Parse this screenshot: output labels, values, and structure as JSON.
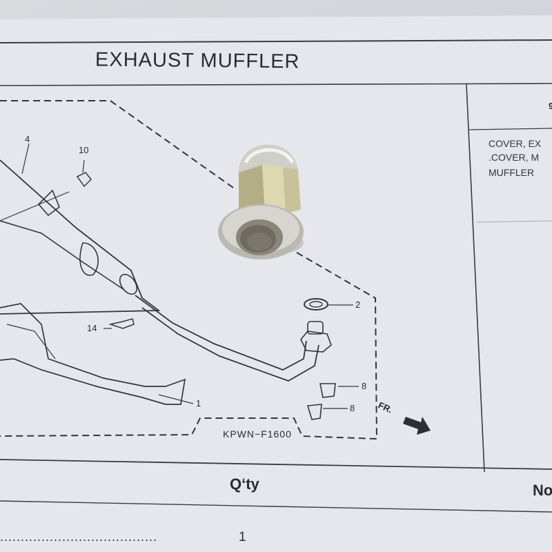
{
  "page": {
    "title": "EXHAUST MUFFLER",
    "part_code": "KPWN−F1600",
    "direction_label": "FR."
  },
  "callouts": {
    "c1": "1",
    "c2": "2",
    "c4": "4",
    "c8a": "8",
    "c8b": "8",
    "c10": "10",
    "c14": "14"
  },
  "parts_list": {
    "header_fragment": "9",
    "descriptions": [
      "COVER, EX",
      ".COVER, M",
      "MUFFLER"
    ]
  },
  "table": {
    "qty_header": "Q‘ty",
    "no_header": "No",
    "row_leader": "......................................",
    "row_qty": "1"
  },
  "colors": {
    "paper": "#e8e8ee",
    "ink": "#2a2b30",
    "nut_chrome": "#c9c7bd",
    "nut_brass": "#c8c39a"
  }
}
